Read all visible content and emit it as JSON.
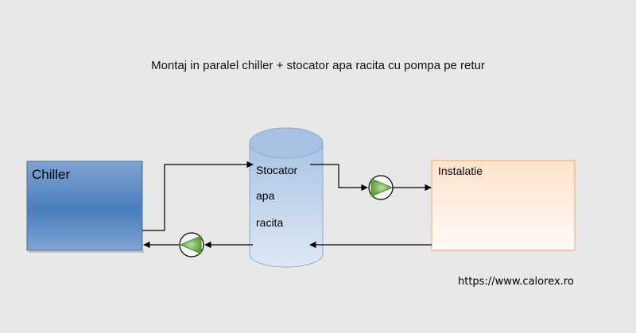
{
  "diagram": {
    "title": "Montaj in paralel chiller + stocator apa racita cu pompa pe retur",
    "chiller_label": "Chiller",
    "tank_lines": [
      "Stocator",
      "apa",
      "racita"
    ],
    "installation_label": "Instalatie",
    "url": "https://www.calorex.ro",
    "colors": {
      "background": "#e8e8e8",
      "chiller": "#4f81bd",
      "tank": "#b8cce4",
      "installation": "#fbd5b5",
      "pump_triangle": "#77b255",
      "pipe": "#000000"
    },
    "icons": [
      "pump-supply-icon",
      "pump-return-icon"
    ]
  }
}
